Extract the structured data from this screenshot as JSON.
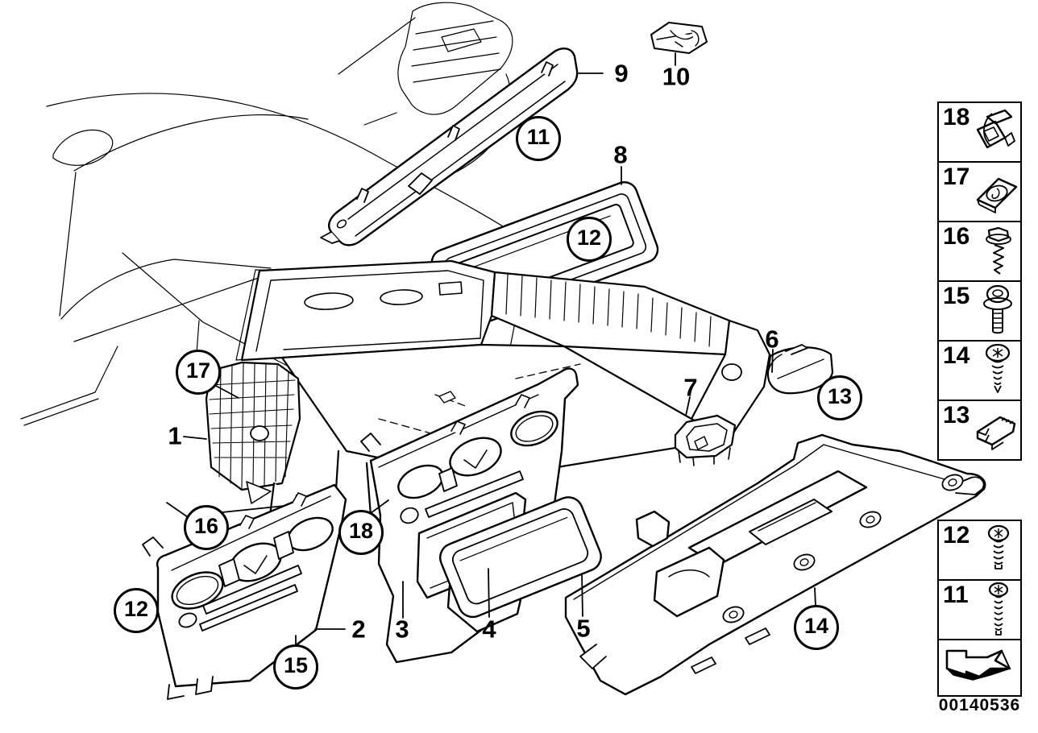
{
  "diagram": {
    "code": "00140536",
    "type": "exploded-parts-diagram",
    "subject": "instrument-panel-trim"
  },
  "callouts": {
    "plain": {
      "n1": "1",
      "n2": "2",
      "n3": "3",
      "n4": "4",
      "n5": "5",
      "n6": "6",
      "n7": "7",
      "n8": "8",
      "n9": "9",
      "n10": "10"
    },
    "circled": {
      "c11": "11",
      "c12a": "12",
      "c12b": "12",
      "c13": "13",
      "c14": "14",
      "c15": "15",
      "c16": "16",
      "c17": "17",
      "c18": "18"
    }
  },
  "sidebar": {
    "rows_top": [
      {
        "num": "18",
        "icon": "spring-clip"
      },
      {
        "num": "17",
        "icon": "speed-nut"
      },
      {
        "num": "16",
        "icon": "hex-flange-screw"
      },
      {
        "num": "15",
        "icon": "washer-screw"
      },
      {
        "num": "14",
        "icon": "pan-head-screw"
      },
      {
        "num": "13",
        "icon": "slide-clip"
      }
    ],
    "rows_bottom": [
      {
        "num": "12",
        "icon": "short-screw"
      },
      {
        "num": "11",
        "icon": "long-screw"
      }
    ],
    "arrow_icon": "return-arrow",
    "footer_code": "00140536"
  }
}
